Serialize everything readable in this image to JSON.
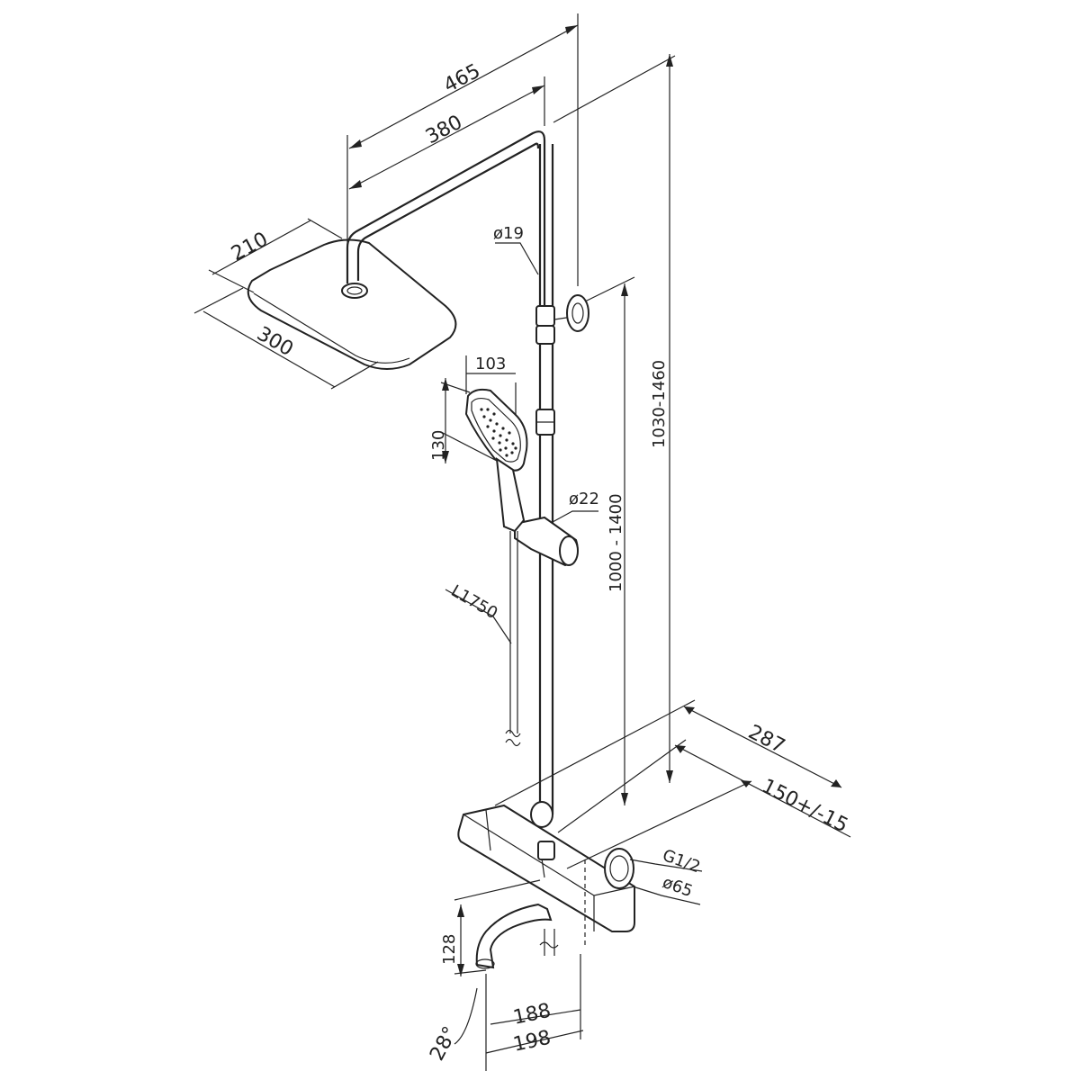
{
  "dimensions": {
    "arm_length_outer": "465",
    "arm_length_inner": "380",
    "head_depth": "210",
    "head_width": "300",
    "riser_diameter": "ø19",
    "total_height": "1030-1460",
    "hand_width": "103",
    "hand_height": "130",
    "slider_diameter": "ø22",
    "slider_height": "1000 - 1400",
    "hose_length": "L1750",
    "projection": "287",
    "centers": "150+/-15",
    "connection": "G1/2",
    "flange_diameter": "ø65",
    "spout_height": "128",
    "spout_angle": "28°",
    "spout_reach_inner": "188",
    "spout_reach_outer": "198"
  },
  "colors": {
    "line": "#222222",
    "background": "#ffffff"
  }
}
